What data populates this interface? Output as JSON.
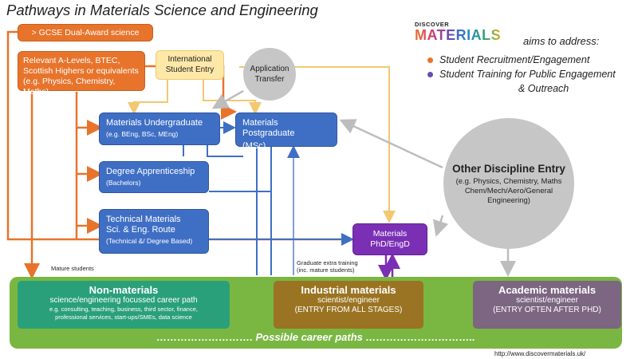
{
  "title": "Pathways in Materials Science and Engineering",
  "logo": {
    "word_top": "DISCOVER",
    "word_main": "MATERIALS"
  },
  "aims": {
    "intro": "aims to address:",
    "items": [
      {
        "label": "Student Recruitment/Engagement",
        "color": "#e8742c"
      },
      {
        "label": "Student Training for Public Engagement",
        "label2": "& Outreach",
        "color": "#6a4bb0"
      }
    ]
  },
  "boxes": {
    "gcse": "> GCSE Dual-Award science",
    "alevels": {
      "l1": "Relevant A-Levels, BTEC,",
      "l2": "Scottish Highers or equivalents",
      "l3": "(e.g. Physics, Chemistry, Maths)"
    },
    "international": {
      "l1": "International",
      "l2": "Student Entry"
    },
    "transfer": {
      "l1": "Application",
      "l2": "Transfer"
    },
    "undergrad": {
      "title": "Materials Undergraduate",
      "sub": "(e.g. BEng, BSc, MEng)"
    },
    "postgrad": {
      "title": "Materials Postgraduate",
      "sub": "(MSc)"
    },
    "apprentice": {
      "title": "Degree Apprenticeship",
      "sub": "(Bachelors)"
    },
    "technical": {
      "l1": "Technical Materials",
      "l2": "Sci. & Eng. Route",
      "sub": "(Technical &/ Degree Based)"
    },
    "phd": {
      "l1": "Materials",
      "l2": "PhD/EngD"
    },
    "other": {
      "title": "Other Discipline Entry",
      "l1": "(e.g. Physics, Chemistry, Maths",
      "l2": "Chem/Mech/Aero/General",
      "l3": "Engineering)"
    }
  },
  "labels": {
    "mature": "Mature students",
    "grad_l1": "Graduate extra training",
    "grad_l2": "(inc. mature students)"
  },
  "careers": {
    "non_materials": {
      "title": "Non-materials",
      "l1": "science/engineering focussed career path",
      "l2": "e.g. consulting, teaching, business, third sector, finance,",
      "l3": "professional services, start-ups/SMEs, data science"
    },
    "industrial": {
      "title": "Industrial materials",
      "l1": "scientist/engineer",
      "l2": "(ENTRY FROM ALL STAGES)"
    },
    "academic": {
      "title": "Academic materials",
      "l1": "scientist/engineer",
      "l2": "(ENTRY OFTEN AFTER PHD)"
    },
    "possible": "………………………. Possible career paths ………………………….."
  },
  "url": "http://www.discovermaterials.uk/",
  "colors": {
    "orange": "#e8742c",
    "blue": "#3f6fc5",
    "purple": "#7b2fb5",
    "green": "#7ab742",
    "teal": "#2aa07a",
    "brown": "#9a7422",
    "mauve": "#7c6682"
  }
}
